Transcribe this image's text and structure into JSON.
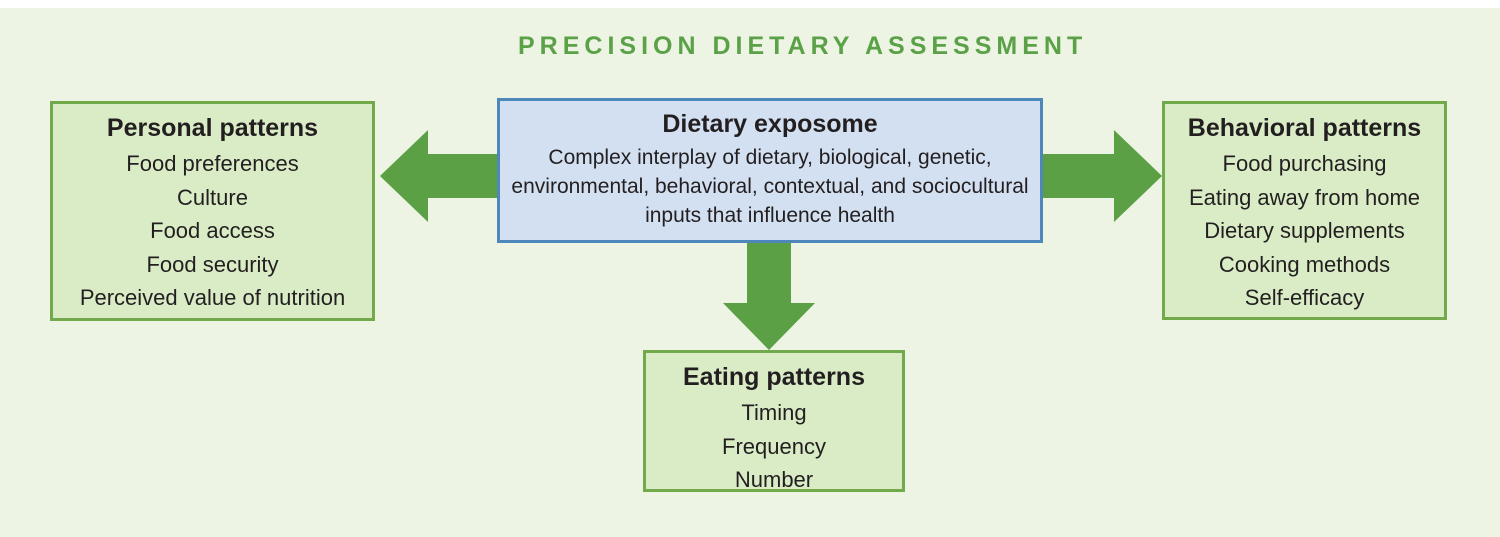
{
  "title": "PRECISION DIETARY ASSESSMENT",
  "colors": {
    "background": "#edf4e3",
    "title_green": "#5aa148",
    "arrow_green": "#5ba045",
    "green_box_fill": "#d9ecc6",
    "green_box_border": "#72a94a",
    "blue_box_fill": "#d3e0f1",
    "blue_box_border": "#4e87ba",
    "text_dark": "#231f20"
  },
  "center_box": {
    "title": "Dietary exposome",
    "description": "Complex interplay of dietary, biological, genetic, environmental, behavioral, contextual, and sociocultural inputs that influence health"
  },
  "left_box": {
    "title": "Personal patterns",
    "items": [
      "Food preferences",
      "Culture",
      "Food access",
      "Food security",
      "Perceived value of nutrition"
    ]
  },
  "right_box": {
    "title": "Behavioral patterns",
    "items": [
      "Food purchasing",
      "Eating away from home",
      "Dietary supplements",
      "Cooking methods",
      "Self-efficacy"
    ]
  },
  "bottom_box": {
    "title": "Eating patterns",
    "items": [
      "Timing",
      "Frequency",
      "Number"
    ]
  },
  "icons": {
    "arrow_left": "block-arrow-left",
    "arrow_right": "block-arrow-right",
    "arrow_down": "block-arrow-down"
  }
}
